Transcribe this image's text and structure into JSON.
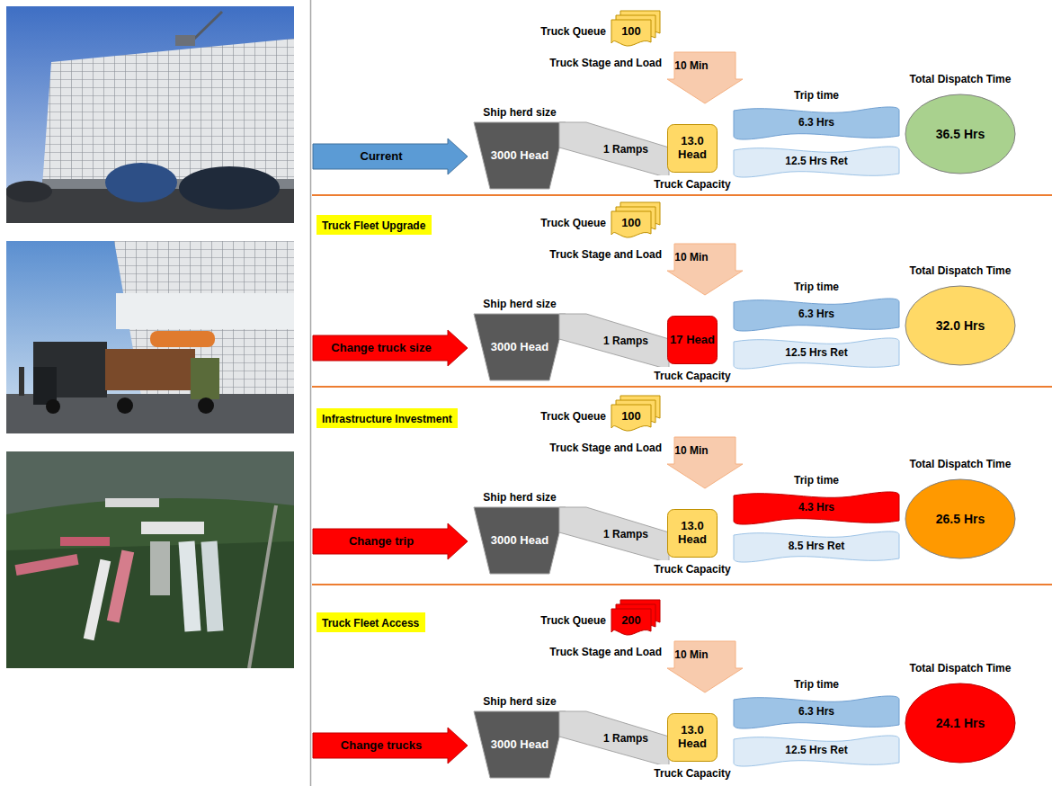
{
  "diagram": {
    "nodes": [
      {
        "text": [
          "Current"
        ]
      },
      {
        "text": [
          "Truck Queue",
          "100"
        ]
      },
      {
        "text": [
          "Truck Stage and Load",
          "10 Min"
        ]
      },
      {
        "text": [
          "Ship herd size",
          "3000 Head"
        ]
      },
      {
        "text": [
          "1 Ramps"
        ]
      },
      {
        "text": [
          "13.0 Head",
          "Truck Capacity"
        ]
      },
      {
        "text": [
          "Trip time",
          "6.3 Hrs"
        ]
      },
      {
        "text": [
          "12.5 Hrs Ret"
        ]
      },
      {
        "text": [
          "Total Dispatch Time",
          "36.5 Hrs"
        ]
      },
      {
        "text": [
          "Truck Fleet Upgrade"
        ]
      },
      {
        "text": [
          "Change truck size"
        ]
      },
      {
        "text": [
          "Truck Queue",
          "100"
        ]
      },
      {
        "text": [
          "Truck Stage and Load",
          "10 Min"
        ]
      },
      {
        "text": [
          "Ship herd size",
          "3000 Head"
        ]
      },
      {
        "text": [
          "1 Ramps"
        ]
      },
      {
        "text": [
          "17 Head",
          "Truck Capacity"
        ]
      },
      {
        "text": [
          "Trip time",
          "6.3 Hrs"
        ]
      },
      {
        "text": [
          "12.5 Hrs Ret"
        ]
      },
      {
        "text": [
          "Total Dispatch Time",
          "32.0 Hrs"
        ]
      },
      {
        "text": [
          "Infrastructure Investment"
        ]
      },
      {
        "text": [
          "Change trip"
        ]
      },
      {
        "text": [
          "Truck Queue",
          "100"
        ]
      },
      {
        "text": [
          "Truck Stage and Load",
          "10 Min"
        ]
      },
      {
        "text": [
          "Ship herd size",
          "3000 Head"
        ]
      },
      {
        "text": [
          "1 Ramps"
        ]
      },
      {
        "text": [
          "13.0 Head",
          "Truck Capacity"
        ]
      },
      {
        "text": [
          "Trip time",
          "4.3 Hrs"
        ]
      },
      {
        "text": [
          "8.5 Hrs Ret"
        ]
      },
      {
        "text": [
          "Total Dispatch Time",
          "26.5 Hrs"
        ]
      },
      {
        "text": [
          "Truck Fleet Access"
        ]
      },
      {
        "text": [
          "Change trucks"
        ]
      },
      {
        "text": [
          "Truck Queue",
          "200"
        ]
      },
      {
        "text": [
          "Truck Stage and Load",
          "10 Min"
        ]
      },
      {
        "text": [
          "Ship herd size",
          "3000 Head"
        ]
      },
      {
        "text": [
          "1 Ramps"
        ]
      },
      {
        "text": [
          "13.0 Head",
          "Truck Capacity"
        ]
      },
      {
        "text": [
          "Trip time",
          "6.3 Hrs"
        ]
      },
      {
        "text": [
          "12.5 Hrs Ret"
        ]
      },
      {
        "text": [
          "Total Dispatch Time",
          "24.1 Hrs"
        ]
      }
    ]
  }
}
